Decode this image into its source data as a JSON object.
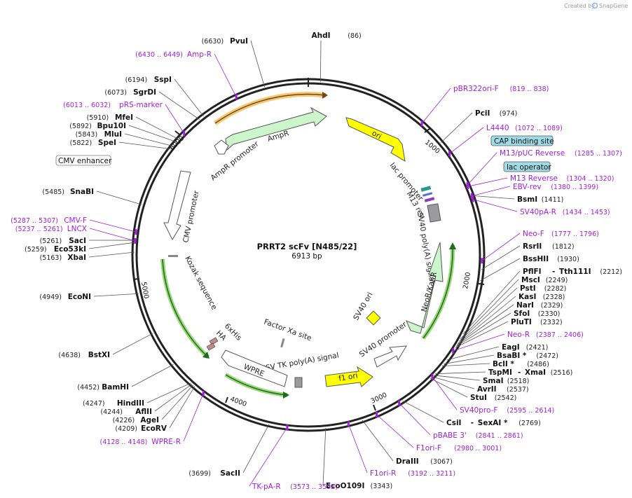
{
  "credit": {
    "prefix": "Created by",
    "brand": "SnapGene"
  },
  "plasmid": {
    "name": "PRRT2 scFv [N485/22]",
    "size": "6913 bp"
  },
  "ticks": [
    "1000",
    "2000",
    "3000",
    "4000",
    "5000",
    "6000"
  ],
  "enzymes": {
    "ahdi": {
      "name": "AhdI",
      "pos": "(86)"
    },
    "pvui": {
      "name": "PvuI",
      "pos": "(6630)"
    },
    "sspi": {
      "name": "SspI",
      "pos": "(6194)"
    },
    "sgrdi": {
      "name": "SgrDI",
      "pos": "(6073)"
    },
    "mfei": {
      "name": "MfeI",
      "pos": "(5910)"
    },
    "bpu10i": {
      "name": "Bpu10I",
      "pos": "(5892)"
    },
    "mlui": {
      "name": "MluI",
      "pos": "(5843)"
    },
    "spei": {
      "name": "SpeI",
      "pos": "(5822)"
    },
    "snabi": {
      "name": "SnaBI",
      "pos": "(5485)"
    },
    "saci": {
      "name": "SacI",
      "pos": "(5261)"
    },
    "eco53ki": {
      "name": "Eco53kI",
      "pos": "(5259)"
    },
    "xbai": {
      "name": "XbaI",
      "pos": "(5163)"
    },
    "econi": {
      "name": "EcoNI",
      "pos": "(4949)"
    },
    "bstxi": {
      "name": "BstXI",
      "pos": "(4638)"
    },
    "bamhi": {
      "name": "BamHI",
      "pos": "(4452)"
    },
    "hindiii": {
      "name": "HindIII",
      "pos": "(4247)"
    },
    "aflii": {
      "name": "AflII",
      "pos": "(4244)"
    },
    "agei": {
      "name": "AgeI",
      "pos": "(4226)"
    },
    "ecorv": {
      "name": "EcoRV",
      "pos": "(4209)"
    },
    "sacii": {
      "name": "SacII",
      "pos": "(3699)"
    },
    "ecoo109i": {
      "name": "EcoO109I",
      "pos": "(3343)"
    },
    "draiii": {
      "name": "DraIII",
      "pos": "(3067)"
    },
    "csii": {
      "name": "CsiI",
      "sep": "-",
      "name2": "SexAI *",
      "pos": "(2769)"
    },
    "stui": {
      "name": "StuI",
      "pos": "(2542)"
    },
    "avrii": {
      "name": "AvrII",
      "pos": "(2537)"
    },
    "smai": {
      "name": "SmaI",
      "pos": "(2518)"
    },
    "tspmi": {
      "name": "TspMI",
      "sep": "-",
      "name2": "XmaI",
      "pos": "(2516)"
    },
    "bcli": {
      "name": "BclI *",
      "pos": "(2486)"
    },
    "bsabi": {
      "name": "BsaBI *",
      "pos": "(2472)"
    },
    "eagi": {
      "name": "EagI",
      "pos": "(2421)"
    },
    "pluti": {
      "name": "PluTI",
      "pos": "(2332)"
    },
    "sfoi": {
      "name": "SfoI",
      "pos": "(2330)"
    },
    "nari": {
      "name": "NarI",
      "pos": "(2329)"
    },
    "kasi": {
      "name": "KasI",
      "pos": "(2328)"
    },
    "psti": {
      "name": "PstI",
      "pos": "(2282)"
    },
    "msci": {
      "name": "MscI",
      "pos": "(2249)"
    },
    "pflfi": {
      "name": "PflFI",
      "sep": "-",
      "name2": "Tth111I",
      "pos": "(2212)"
    },
    "bsshii": {
      "name": "BssHII",
      "pos": "(1930)"
    },
    "rsrii": {
      "name": "RsrII",
      "pos": "(1812)"
    },
    "bsmi": {
      "name": "BsmI",
      "pos": "(1411)"
    },
    "pcii": {
      "name": "PciI",
      "pos": "(974)"
    }
  },
  "primers": {
    "ampr": {
      "name": "Amp-R",
      "range": "(6430 .. 6449)"
    },
    "prsmarker": {
      "name": "pRS-marker",
      "range": "(6013 .. 6032)"
    },
    "cmvf": {
      "name": "CMV-F",
      "range": "(5287 .. 5307)"
    },
    "lncx": {
      "name": "LNCX",
      "range": "(5237 .. 5261)"
    },
    "wprer": {
      "name": "WPRE-R",
      "range": "(4128 .. 4148)"
    },
    "tkpar": {
      "name": "TK-pA-R",
      "range": "(3573 .. 3592)"
    },
    "f1orir": {
      "name": "F1ori-R",
      "range": "(3192 .. 3211)"
    },
    "f1orif": {
      "name": "F1ori-F",
      "range": "(2980 .. 3001)"
    },
    "pbabe3": {
      "name": "pBABE 3'",
      "range": "(2841 .. 2861)"
    },
    "sv40prof": {
      "name": "SV40pro-F",
      "range": "(2595 .. 2614)"
    },
    "neor": {
      "name": "Neo-R",
      "range": "(2387 .. 2406)"
    },
    "neof": {
      "name": "Neo-F",
      "range": "(1777 .. 1796)"
    },
    "sv40par": {
      "name": "SV40pA-R",
      "range": "(1434 .. 1453)"
    },
    "ebvrev": {
      "name": "EBV-rev",
      "range": "(1380 .. 1399)"
    },
    "m13rev": {
      "name": "M13 Reverse",
      "range": "(1304 .. 1320)"
    },
    "m13puc": {
      "name": "M13/pUC Reverse",
      "range": "(1285 .. 1307)"
    },
    "l4440": {
      "name": "L4440",
      "range": "(1072 .. 1089)"
    },
    "pbr322": {
      "name": "pBR322ori-F",
      "range": "(819 .. 838)"
    }
  },
  "boxes": {
    "cap": "CAP binding site",
    "lacop": "lac operator",
    "cmvenh": "CMV enhancer"
  },
  "features": {
    "ampr_promoter": "AmpR promoter",
    "ampr": "AmpR",
    "ori": "ori",
    "lac_promoter": "lac promoter",
    "m13_rev": "M13 rev",
    "sv40polya": "SV40 poly(A) signal",
    "neokanr": "NeoR/KanR",
    "sv40ori": "SV40 ori",
    "sv40promoter": "SV40 promoter",
    "f1ori": "f1 ori",
    "hsvtk": "HSV TK poly(A) signal",
    "wpre": "WPRE",
    "factorxa": "Factor Xa site",
    "sixhis": "6xHis",
    "ha": "HA",
    "kozak": "Kozak sequence",
    "cmvpromoter": "CMV promoter"
  },
  "colors": {
    "backbone": "#222222",
    "ampr_fill": "#ccf5cc",
    "ori_fill": "#ffff00",
    "primer": "#a020d8",
    "box_fill": "#9fdbe6",
    "highlight_green": "#8fd36a",
    "highlight_orange": "#f5b950"
  }
}
